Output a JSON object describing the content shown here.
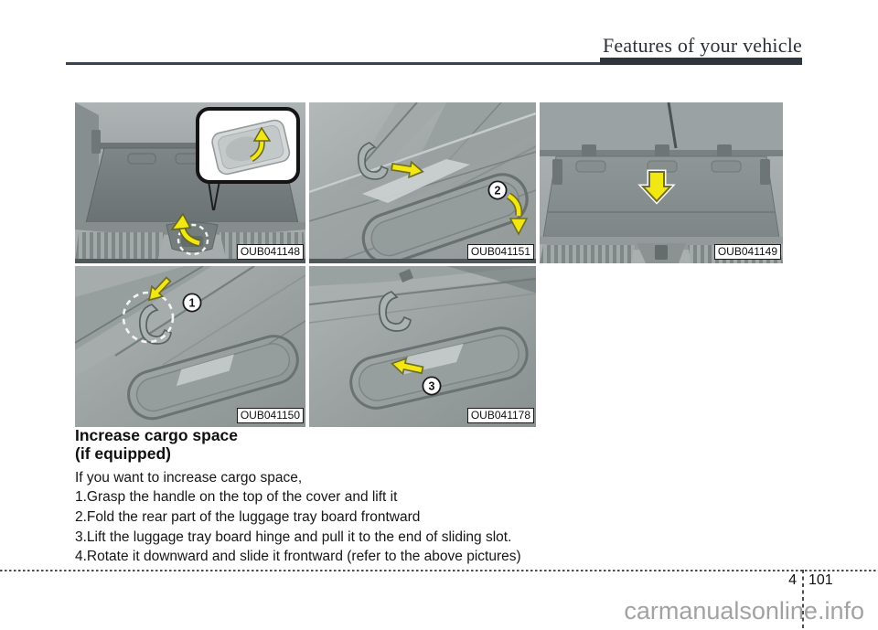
{
  "page": {
    "header": {
      "title": "Features of your vehicle"
    },
    "footer": {
      "chapter_number": "4",
      "page_number": "101",
      "watermark": "carmanualsonline.info"
    }
  },
  "figures": [
    {
      "code": "OUB041148"
    },
    {
      "code": "OUB041151",
      "badge": "2"
    },
    {
      "code": "OUB041149"
    },
    {
      "code": "OUB041150",
      "badge": "1"
    },
    {
      "code": "OUB041178",
      "badge": "3"
    }
  ],
  "section": {
    "heading_line1": "Increase cargo space",
    "heading_line2": "(if equipped)",
    "intro": "If you want to increase cargo space,",
    "steps": [
      "1.Grasp the handle on the top of the cover and lift it",
      "2.Fold the rear part of the luggage tray board frontward",
      "3.Lift the luggage tray board hinge and pull it to the end of sliding slot.",
      "4.Rotate it downward and slide it frontward (refer to the above pictures)"
    ]
  },
  "icons": {
    "fig1": [
      "lift-curved-arrow",
      "callout-lift-curved-arrow"
    ],
    "fig2": [
      "slide-right-arrow",
      "fold-down-curved-arrow"
    ],
    "fig3": [
      "press-down-arrow"
    ],
    "fig4": [
      "press-down-left-arrow"
    ],
    "fig5": [
      "slide-left-arrow"
    ]
  },
  "colors": {
    "arrow_yellow": "#f2e713",
    "header_rule": "#2e353c",
    "watermark_gray": "#a2a2a4"
  }
}
